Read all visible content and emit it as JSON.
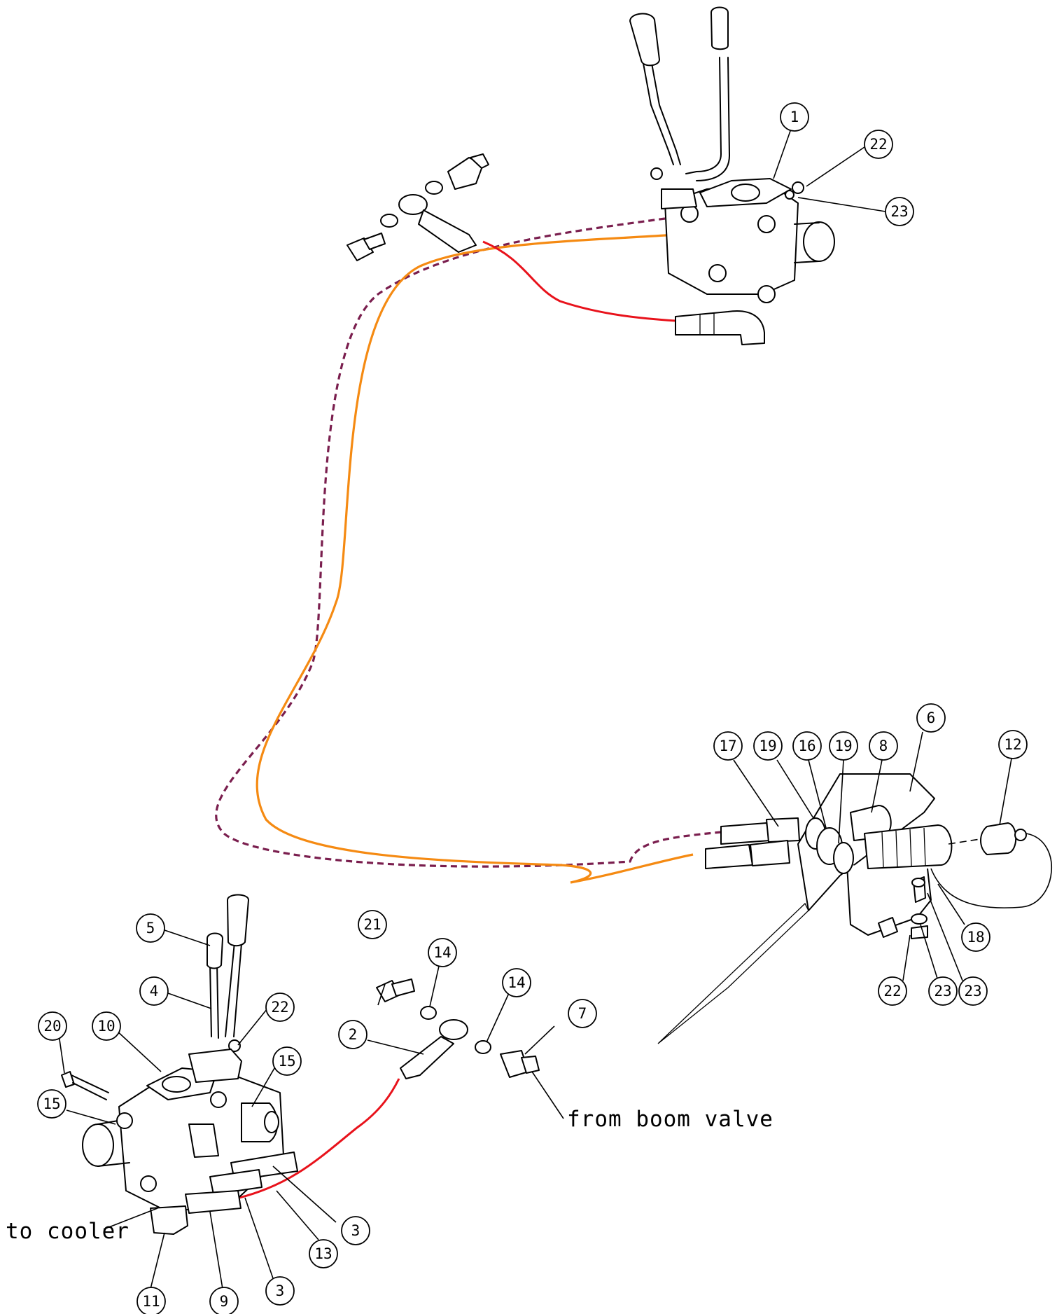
{
  "colors": {
    "pressure_hose": "#e8121b",
    "return_hose": "#f58a12",
    "pilot_hose_dashed": "#7a1e4e",
    "linework": "#000000"
  },
  "notes": {
    "to_cooler": "to cooler",
    "from_boom_valve": "from boom valve"
  },
  "balloons": [
    {
      "num": "1"
    },
    {
      "num": "22"
    },
    {
      "num": "23"
    },
    {
      "num": "17"
    },
    {
      "num": "19"
    },
    {
      "num": "16"
    },
    {
      "num": "19"
    },
    {
      "num": "8"
    },
    {
      "num": "6"
    },
    {
      "num": "12"
    },
    {
      "num": "18"
    },
    {
      "num": "22"
    },
    {
      "num": "23"
    },
    {
      "num": "23"
    },
    {
      "num": "5"
    },
    {
      "num": "4"
    },
    {
      "num": "20"
    },
    {
      "num": "10"
    },
    {
      "num": "22"
    },
    {
      "num": "15"
    },
    {
      "num": "15"
    },
    {
      "num": "21"
    },
    {
      "num": "14"
    },
    {
      "num": "14"
    },
    {
      "num": "7"
    },
    {
      "num": "2"
    },
    {
      "num": "3"
    },
    {
      "num": "13"
    },
    {
      "num": "3"
    },
    {
      "num": "9"
    },
    {
      "num": "11"
    }
  ]
}
